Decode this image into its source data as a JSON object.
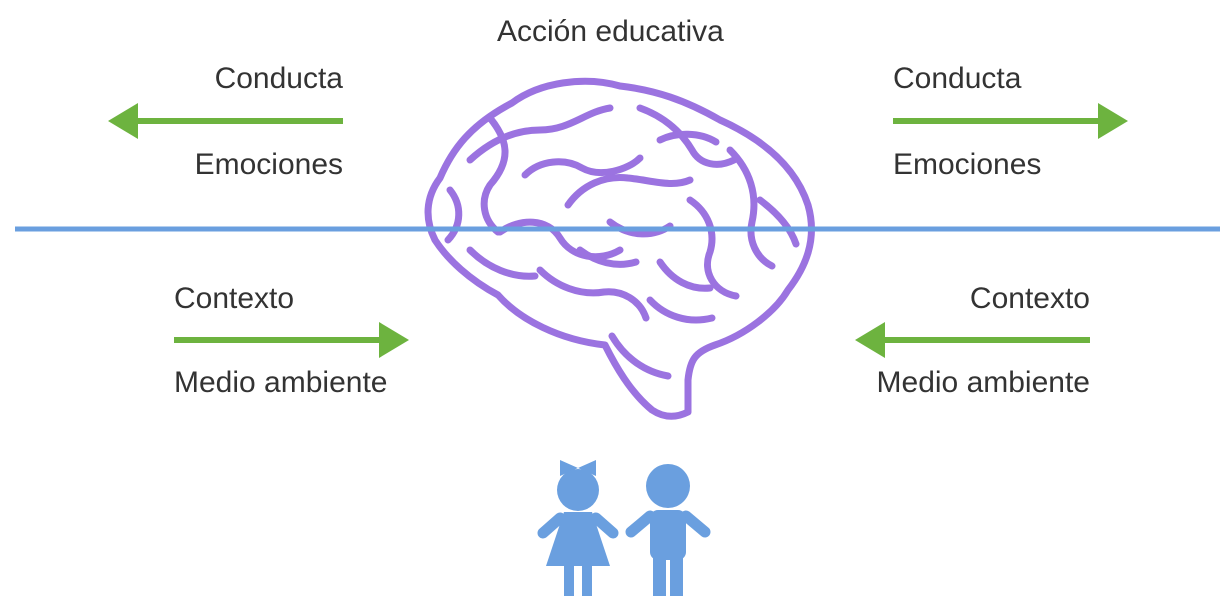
{
  "title": "Acción educativa",
  "colors": {
    "text": "#333333",
    "arrow": "#6db33f",
    "divider": "#6a9fdf",
    "brain": "#9b73e0",
    "children": "#6a9fdf"
  },
  "icons": {
    "center": "brain-icon",
    "bottom": [
      "girl-icon",
      "boy-icon"
    ]
  },
  "upper_left": {
    "top_label": "Conducta",
    "bottom_label": "Emociones",
    "arrow_direction": "left"
  },
  "upper_right": {
    "top_label": "Conducta",
    "bottom_label": "Emociones",
    "arrow_direction": "right"
  },
  "lower_left": {
    "top_label": "Contexto",
    "bottom_label": "Medio ambiente",
    "arrow_direction": "right"
  },
  "lower_right": {
    "top_label": "Contexto",
    "bottom_label": "Medio ambiente",
    "arrow_direction": "left"
  }
}
